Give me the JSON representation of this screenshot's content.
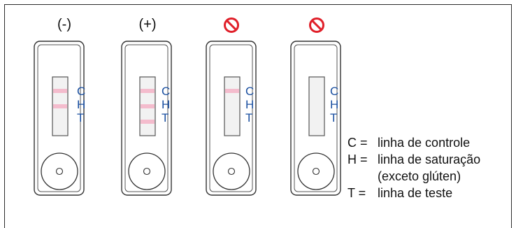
{
  "strips": [
    {
      "result_label": "(-)",
      "invalid": false,
      "lines": {
        "C": true,
        "H": true,
        "T": false
      }
    },
    {
      "result_label": "(+)",
      "invalid": false,
      "lines": {
        "C": true,
        "H": true,
        "T": true
      }
    },
    {
      "result_label": "",
      "invalid": true,
      "lines": {
        "C": true,
        "H": false,
        "T": false
      }
    },
    {
      "result_label": "",
      "invalid": true,
      "lines": {
        "C": false,
        "H": false,
        "T": false
      }
    }
  ],
  "line_letters": {
    "c": "C",
    "h": "H",
    "t": "T"
  },
  "legend": [
    {
      "key": "C =",
      "value": "linha de controle"
    },
    {
      "key": "H =",
      "value": "linha de saturação"
    },
    {
      "key": "",
      "value": "(exceto glúten)"
    },
    {
      "key": "T =",
      "value": "linha de teste"
    }
  ],
  "colors": {
    "line_pink": "#f4bccd",
    "letter_blue": "#1a4fa0",
    "invalid_red": "#e0202a"
  }
}
